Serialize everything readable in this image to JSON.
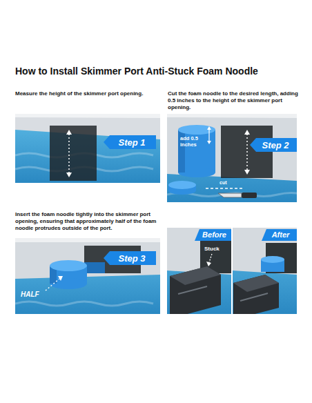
{
  "diagram": {
    "title": "How to Install Skimmer Port Anti-Stuck Foam Noodle",
    "nodes": [
      {
        "text": [
          "Step 1"
        ]
      },
      {
        "text": [
          "Step 2"
        ]
      },
      {
        "text": [
          "Step 3"
        ]
      },
      {
        "text": [
          "Before"
        ]
      },
      {
        "text": [
          "After"
        ]
      }
    ],
    "labels": [
      "Measure the height of the skimmer port opening.",
      "Cut the foam noodle to the desired length, adding 0.5 inches to the height of the skimmer port opening.",
      "add 0.5 inches",
      "cut",
      "Insert the foam noodle tightly into the skimmer port opening, ensuring that approximately half of the foam noodle protrudes outside of the port.",
      "HALF",
      "Stuck"
    ]
  }
}
